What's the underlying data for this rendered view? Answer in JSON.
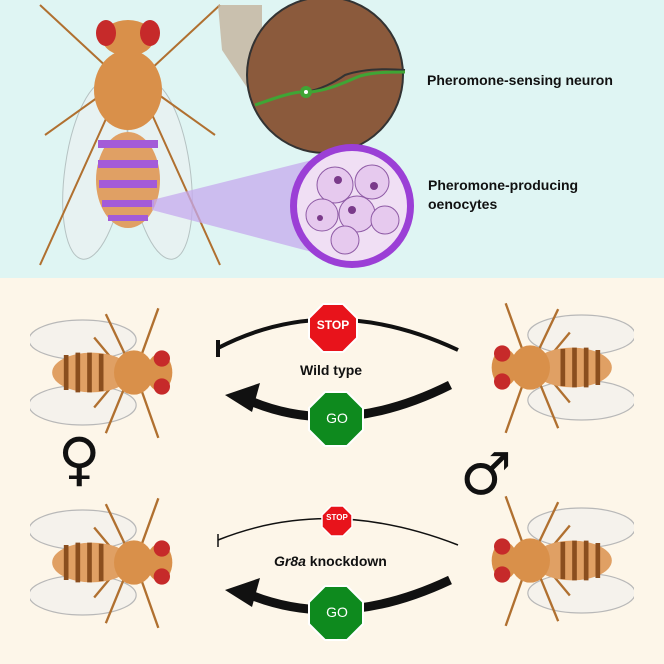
{
  "labels": {
    "neuron": "Pheromone-sensing neuron",
    "oenocytes_line1": "Pheromone-producing",
    "oenocytes_line2": "oenocytes",
    "wild_type": "Wild type",
    "gr8a": "Gr8a",
    "knockdown": " knockdown"
  },
  "signs": {
    "stop": "STOP",
    "go": "GO"
  },
  "symbols": {
    "female": "♀",
    "male": "♂"
  },
  "colors": {
    "top_background": "#dff5f3",
    "bottom_background": "#fdf6e9",
    "stop_red": "#e8131b",
    "go_green": "#0e8a1e",
    "oenocyte_purple": "#9b3fd6",
    "fly_body": "#d9904a",
    "fly_eye": "#c62a2a",
    "neuron_green": "#3fa535"
  }
}
